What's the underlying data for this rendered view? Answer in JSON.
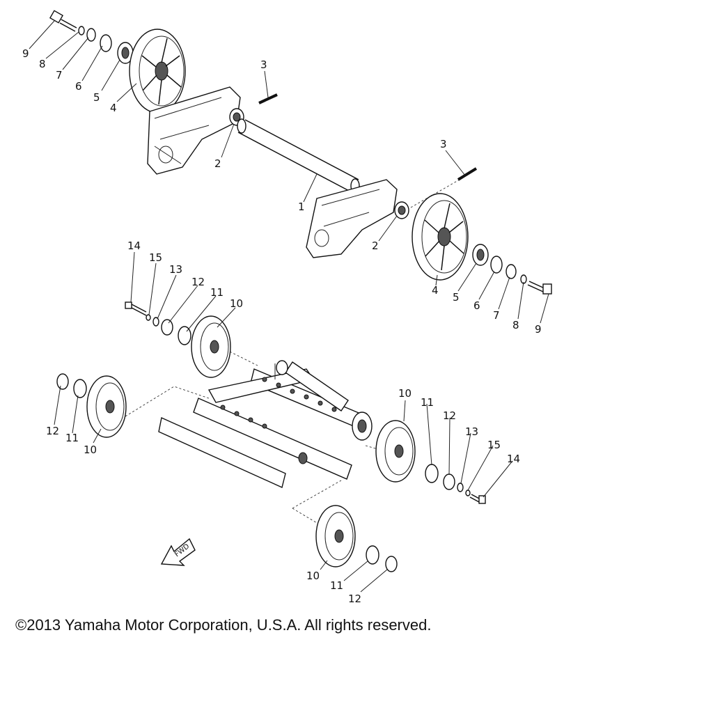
{
  "diagram": {
    "callouts": {
      "p1": "1",
      "p2": "2",
      "p3": "3",
      "p4": "4",
      "p5": "5",
      "p6": "6",
      "p7": "7",
      "p8": "8",
      "p9": "9",
      "p10": "10",
      "p11": "11",
      "p12": "12",
      "p13": "13",
      "p14": "14",
      "p15": "15"
    },
    "fwd_marker": "FWD"
  },
  "footer": {
    "copyright": "©2013 Yamaha Motor Corporation, U.S.A. All rights reserved."
  }
}
